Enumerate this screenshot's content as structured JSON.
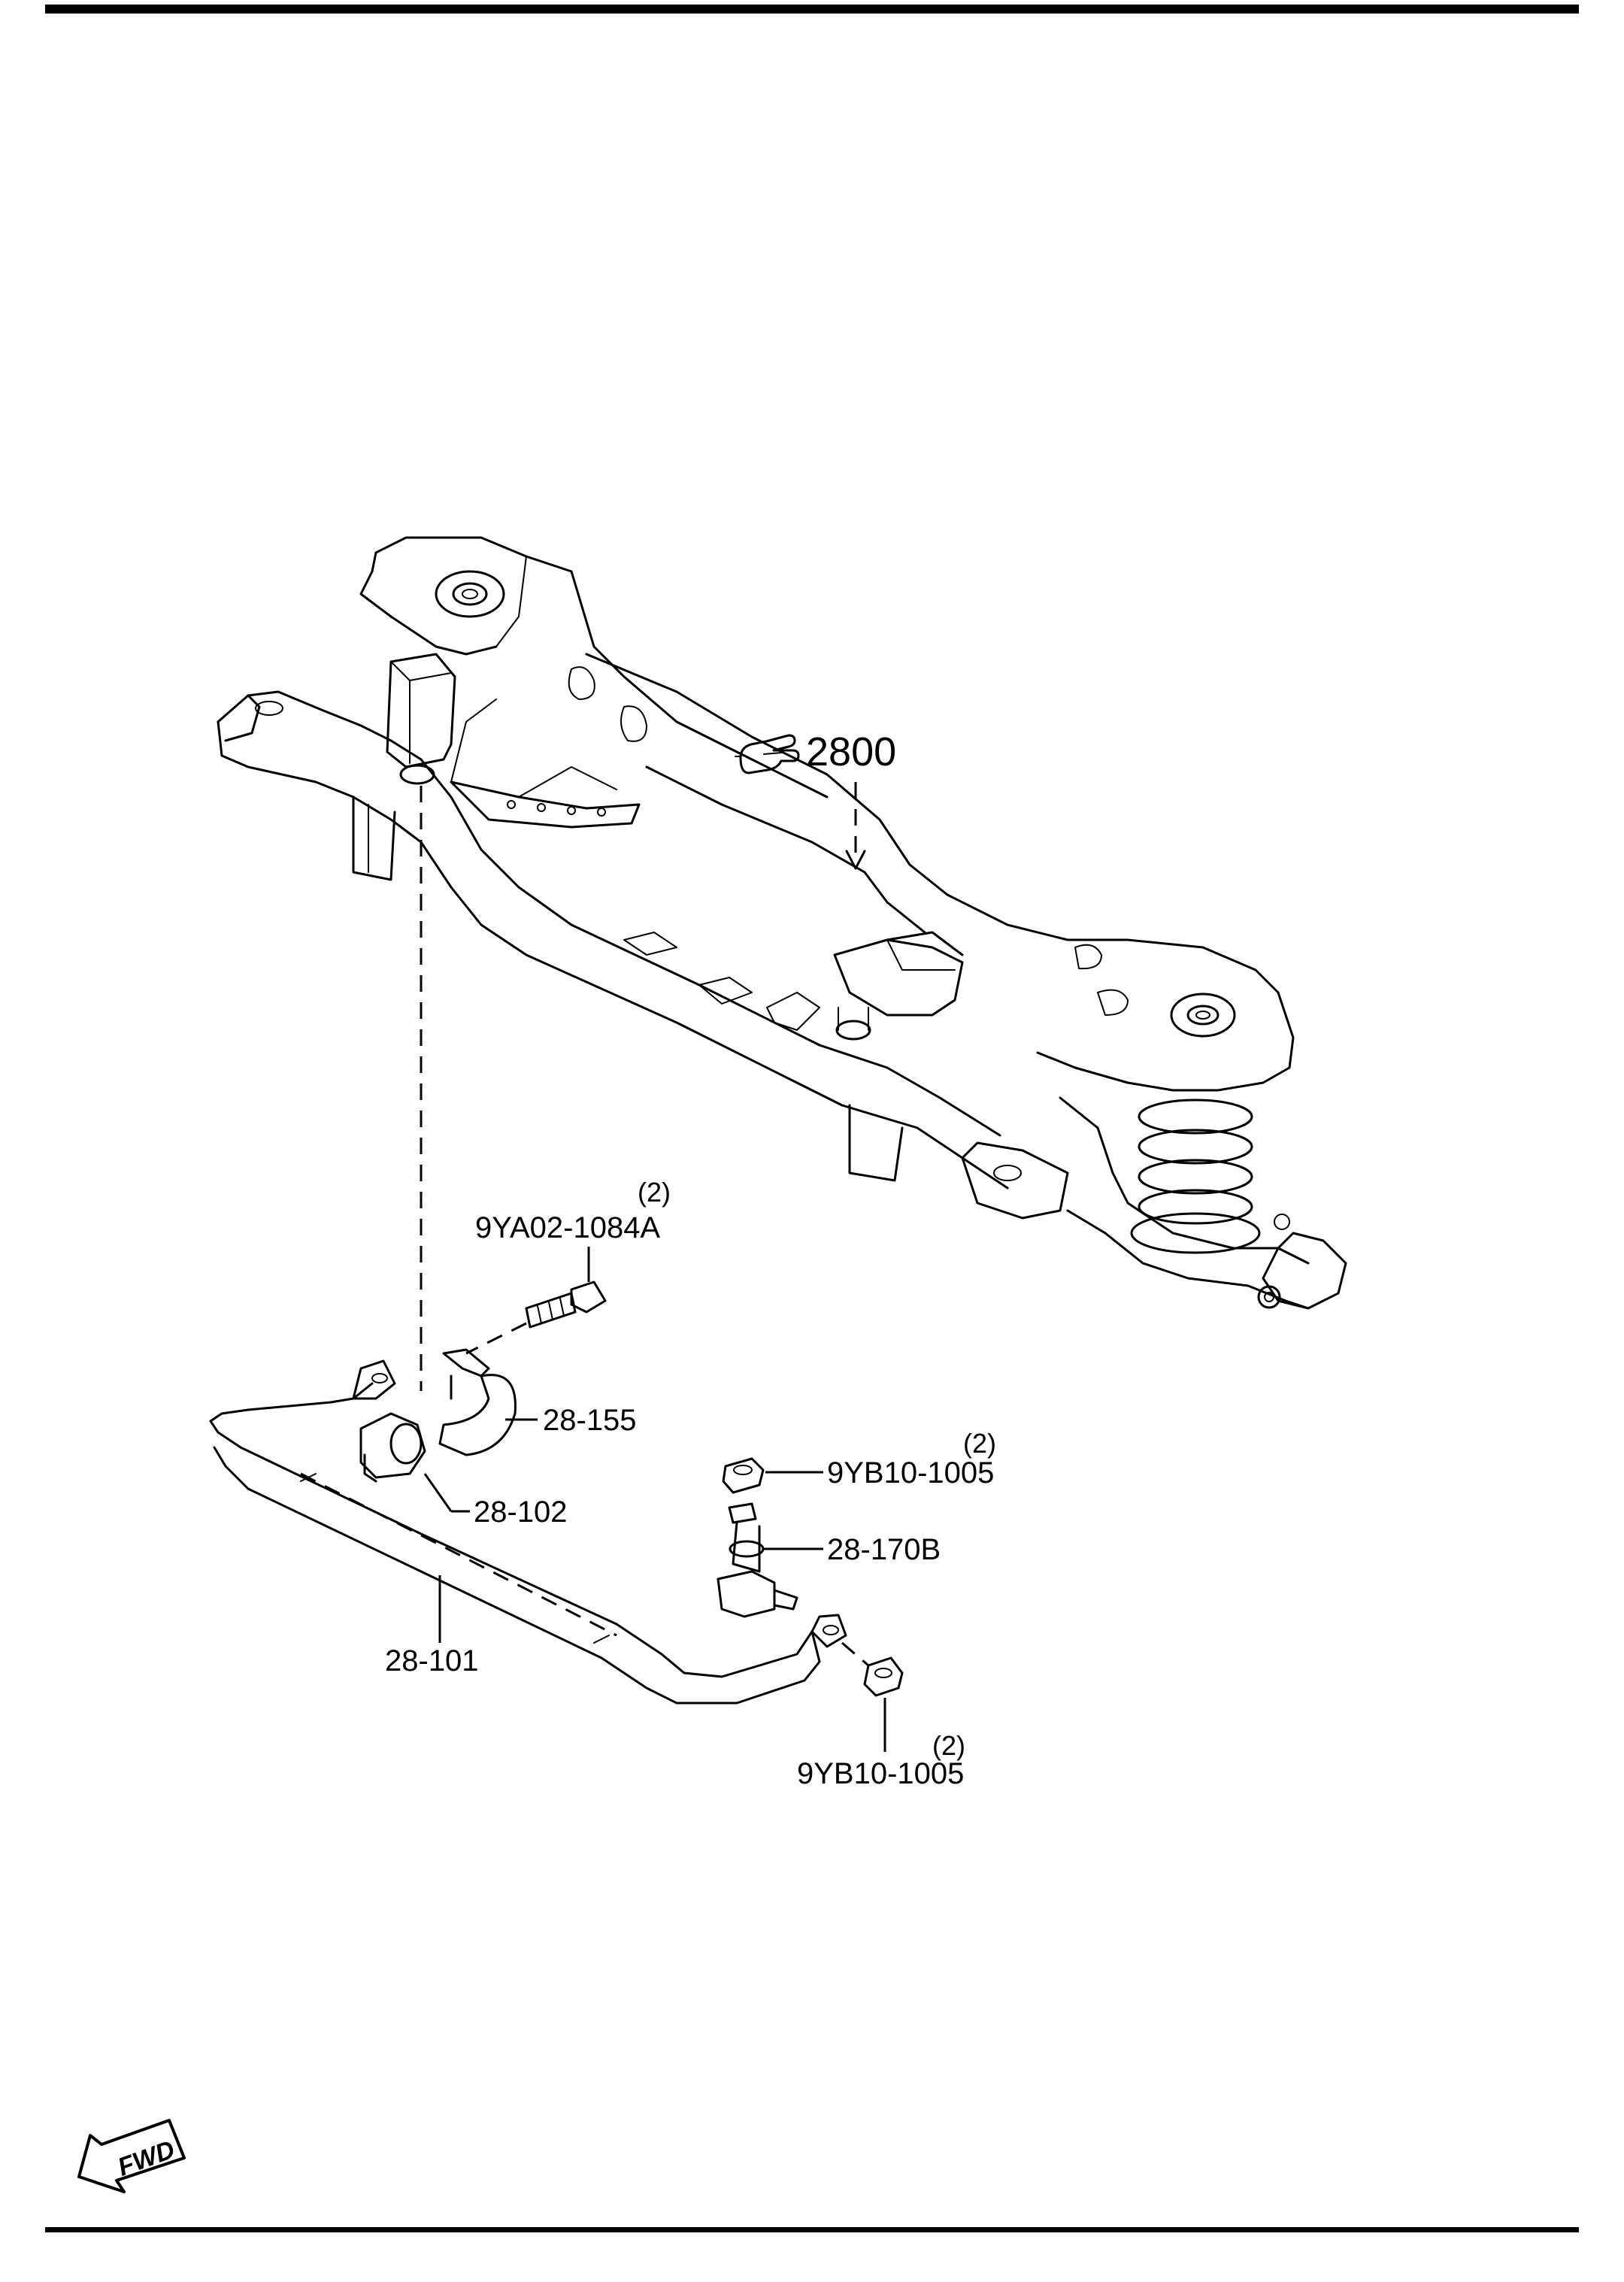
{
  "diagram": {
    "colors": {
      "ink": "#000000",
      "background": "#ffffff"
    },
    "main_callout": {
      "label": "2800",
      "icon": "pointing-hand-icon"
    },
    "callouts": [
      {
        "id": "bolt",
        "part_no": "9YA02-1084A",
        "qty": "(2)"
      },
      {
        "id": "bracket",
        "part_no": "28-155"
      },
      {
        "id": "bushing",
        "part_no": "28-102"
      },
      {
        "id": "stabilizer-bar",
        "part_no": "28-101"
      },
      {
        "id": "link-nut-upper",
        "part_no": "9YB10-1005",
        "qty": "(2)"
      },
      {
        "id": "stabilizer-link",
        "part_no": "28-170B"
      },
      {
        "id": "link-nut-lower",
        "part_no": "9YB10-1005",
        "qty": "(2)"
      }
    ],
    "forward_indicator": {
      "label": "FWD",
      "icon": "forward-arrow-icon"
    }
  }
}
